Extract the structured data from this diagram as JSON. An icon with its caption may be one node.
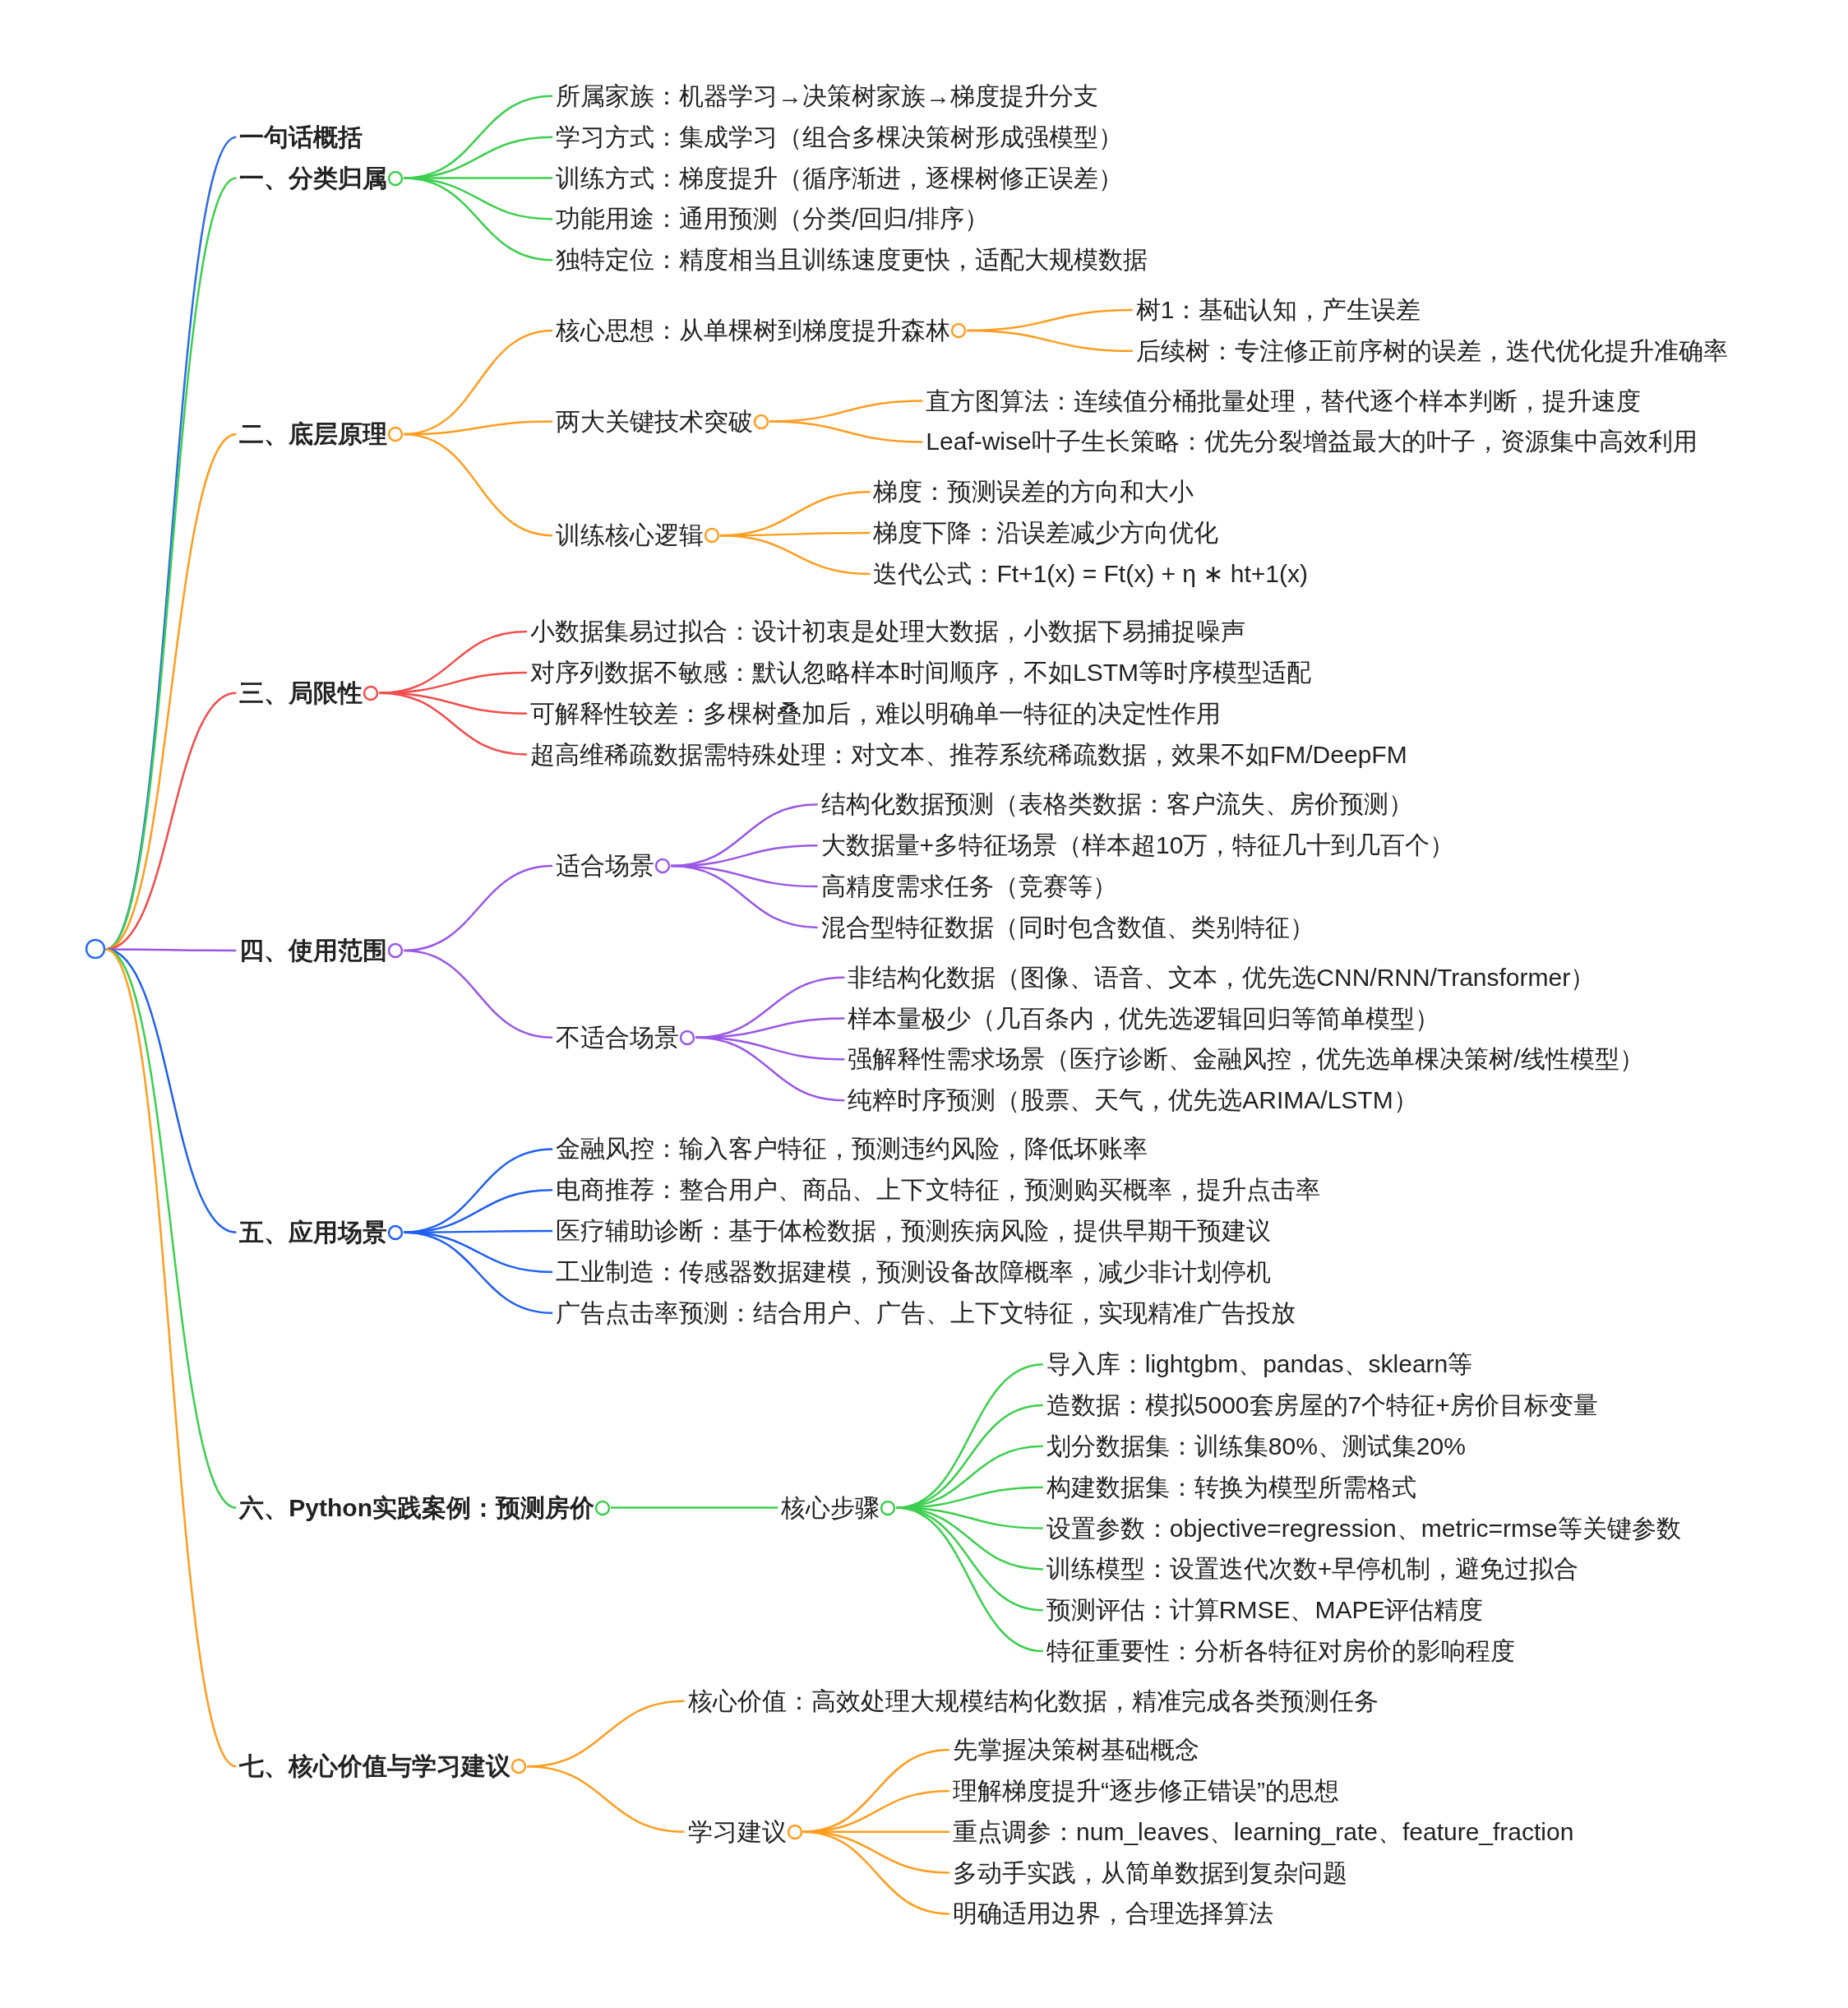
{
  "diagram": {
    "nodes": [
      {
        "text": [],
        "shape": "circle"
      },
      {
        "text": [
          "一句话概括"
        ]
      },
      {
        "text": [
          "一、分类归属"
        ]
      },
      {
        "text": [
          "所属家族：机器学习→决策树家族→梯度提升分支"
        ]
      },
      {
        "text": [
          "学习方式：集成学习（组合多棵决策树形成强模型）"
        ]
      },
      {
        "text": [
          "训练方式：梯度提升（循序渐进，逐棵树修正误差）"
        ]
      },
      {
        "text": [
          "功能用途：通用预测（分类/回归/排序）"
        ]
      },
      {
        "text": [
          "独特定位：精度相当且训练速度更快，适配大规模数据"
        ]
      },
      {
        "text": [
          "二、底层原理"
        ]
      },
      {
        "text": [
          "核心思想：从单棵树到梯度提升森林"
        ]
      },
      {
        "text": [
          "树1：基础认知，产生误差"
        ]
      },
      {
        "text": [
          "后续树：专注修正前序树的误差，迭代优化提升准确率"
        ]
      },
      {
        "text": [
          "两大关键技术突破"
        ]
      },
      {
        "text": [
          "直方图算法：连续值分桶批量处理，替代逐个样本判断，提升速度"
        ]
      },
      {
        "text": [
          "Leaf-wise叶子生长策略：优先分裂增益最大的叶子，资源集中高效利用"
        ]
      },
      {
        "text": [
          "训练核心逻辑"
        ]
      },
      {
        "text": [
          "梯度：预测误差的方向和大小"
        ]
      },
      {
        "text": [
          "梯度下降：沿误差减少方向优化"
        ]
      },
      {
        "text": [
          "迭代公式：Ft+1(x) = Ft(x) + η ∗ ht+1(x)"
        ]
      },
      {
        "text": [
          "三、局限性"
        ]
      },
      {
        "text": [
          "小数据集易过拟合：设计初衷是处理大数据，小数据下易捕捉噪声"
        ]
      },
      {
        "text": [
          "对序列数据不敏感：默认忽略样本时间顺序，不如LSTM等时序模型适配"
        ]
      },
      {
        "text": [
          "可解释性较差：多棵树叠加后，难以明确单一特征的决定性作用"
        ]
      },
      {
        "text": [
          "超高维稀疏数据需特殊处理：对文本、推荐系统稀疏数据，效果不如FM/DeepFM"
        ]
      },
      {
        "text": [
          "四、使用范围"
        ]
      },
      {
        "text": [
          "适合场景"
        ]
      },
      {
        "text": [
          "结构化数据预测（表格类数据：客户流失、房价预测）"
        ]
      },
      {
        "text": [
          "大数据量+多特征场景（样本超10万，特征几十到几百个）"
        ]
      },
      {
        "text": [
          "高精度需求任务（竞赛等）"
        ]
      },
      {
        "text": [
          "混合型特征数据（同时包含数值、类别特征）"
        ]
      },
      {
        "text": [
          "不适合场景"
        ]
      },
      {
        "text": [
          "非结构化数据（图像、语音、文本，优先选CNN/RNN/Transformer）"
        ]
      },
      {
        "text": [
          "样本量极少（几百条内，优先选逻辑回归等简单模型）"
        ]
      },
      {
        "text": [
          "强解释性需求场景（医疗诊断、金融风控，优先选单棵决策树/线性模型）"
        ]
      },
      {
        "text": [
          "纯粹时序预测（股票、天气，优先选ARIMA/LSTM）"
        ]
      },
      {
        "text": [
          "五、应用场景"
        ]
      },
      {
        "text": [
          "金融风控：输入客户特征，预测违约风险，降低坏账率"
        ]
      },
      {
        "text": [
          "电商推荐：整合用户、商品、上下文特征，预测购买概率，提升点击率"
        ]
      },
      {
        "text": [
          "医疗辅助诊断：基于体检数据，预测疾病风险，提供早期干预建议"
        ]
      },
      {
        "text": [
          "工业制造：传感器数据建模，预测设备故障概率，减少非计划停机"
        ]
      },
      {
        "text": [
          "广告点击率预测：结合用户、广告、上下文特征，实现精准广告投放"
        ]
      },
      {
        "text": [
          "六、Python实践案例：预测房价"
        ]
      },
      {
        "text": [
          "核心步骤"
        ]
      },
      {
        "text": [
          "导入库：lightgbm、pandas、sklearn等"
        ]
      },
      {
        "text": [
          "造数据：模拟5000套房屋的7个特征+房价目标变量"
        ]
      },
      {
        "text": [
          "划分数据集：训练集80%、测试集20%"
        ]
      },
      {
        "text": [
          "构建数据集：转换为模型所需格式"
        ]
      },
      {
        "text": [
          "设置参数：objective=regression、metric=rmse等关键参数"
        ]
      },
      {
        "text": [
          "训练模型：设置迭代次数+早停机制，避免过拟合"
        ]
      },
      {
        "text": [
          "预测评估：计算RMSE、MAPE评估精度"
        ]
      },
      {
        "text": [
          "特征重要性：分析各特征对房价的影响程度"
        ]
      },
      {
        "text": [
          "七、核心价值与学习建议"
        ]
      },
      {
        "text": [
          "核心价值：高效处理大规模结构化数据，精准完成各类预测任务"
        ]
      },
      {
        "text": [
          "学习建议"
        ]
      },
      {
        "text": [
          "先掌握决策树基础概念"
        ]
      },
      {
        "text": [
          "理解梯度提升“逐步修正错误”的思想"
        ]
      },
      {
        "text": [
          "重点调参：num_leaves、learning_rate、feature_fraction"
        ]
      },
      {
        "text": [
          "多动手实践，从简单数据到复杂问题"
        ]
      },
      {
        "text": [
          "明确适用边界，合理选择算法"
        ]
      }
    ],
    "edges": [
      {
        "from": 0,
        "to": 1,
        "arrow": "none",
        "color": "#2f6be8"
      },
      {
        "from": 0,
        "to": 2,
        "arrow": "none",
        "color": "#3ccf4e"
      },
      {
        "from": 2,
        "to": 3,
        "arrow": "none",
        "color": "#3ccf4e"
      },
      {
        "from": 2,
        "to": 4,
        "arrow": "none",
        "color": "#3ccf4e"
      },
      {
        "from": 2,
        "to": 5,
        "arrow": "none",
        "color": "#3ccf4e"
      },
      {
        "from": 2,
        "to": 6,
        "arrow": "none",
        "color": "#3ccf4e"
      },
      {
        "from": 2,
        "to": 7,
        "arrow": "none",
        "color": "#3ccf4e"
      },
      {
        "from": 0,
        "to": 8,
        "arrow": "none"
      },
      {
        "from": 8,
        "to": 9,
        "arrow": "none"
      },
      {
        "from": 9,
        "to": 10,
        "arrow": "none"
      },
      {
        "from": 9,
        "to": 11,
        "arrow": "none"
      },
      {
        "from": 8,
        "to": 12,
        "arrow": "none"
      },
      {
        "from": 12,
        "to": 13,
        "arrow": "none"
      },
      {
        "from": 12,
        "to": 14,
        "arrow": "none"
      },
      {
        "from": 8,
        "to": 15,
        "arrow": "none"
      },
      {
        "from": 15,
        "to": 16,
        "arrow": "none"
      },
      {
        "from": 15,
        "to": 17,
        "arrow": "none"
      },
      {
        "from": 15,
        "to": 18,
        "arrow": "none"
      },
      {
        "from": 0,
        "to": 19,
        "arrow": "none",
        "color": "#f24c4c"
      },
      {
        "from": 19,
        "to": 20,
        "arrow": "none",
        "color": "#f24c4c"
      },
      {
        "from": 19,
        "to": 21,
        "arrow": "none",
        "color": "#f24c4c"
      },
      {
        "from": 19,
        "to": 22,
        "arrow": "none",
        "color": "#f24c4c"
      },
      {
        "from": 19,
        "to": 23,
        "arrow": "none",
        "color": "#f24c4c"
      },
      {
        "from": 0,
        "to": 24,
        "arrow": "none",
        "color": "#9a57e6"
      },
      {
        "from": 24,
        "to": 25,
        "arrow": "none",
        "color": "#9a57e6"
      },
      {
        "from": 25,
        "to": 26,
        "arrow": "none",
        "color": "#9a57e6"
      },
      {
        "from": 25,
        "to": 27,
        "arrow": "none",
        "color": "#9a57e6"
      },
      {
        "from": 25,
        "to": 28,
        "arrow": "none",
        "color": "#9a57e6"
      },
      {
        "from": 25,
        "to": 29,
        "arrow": "none",
        "color": "#9a57e6"
      },
      {
        "from": 24,
        "to": 30,
        "arrow": "none",
        "color": "#9a57e6"
      },
      {
        "from": 30,
        "to": 31,
        "arrow": "none",
        "color": "#9a57e6"
      },
      {
        "from": 30,
        "to": 32,
        "arrow": "none",
        "color": "#9a57e6"
      },
      {
        "from": 30,
        "to": 33,
        "arrow": "none",
        "color": "#9a57e6"
      },
      {
        "from": 30,
        "to": 34,
        "arrow": "none",
        "color": "#9a57e6"
      },
      {
        "from": 0,
        "to": 35,
        "arrow": "none",
        "color": "#1f5ff0"
      },
      {
        "from": 35,
        "to": 36,
        "arrow": "none",
        "color": "#1f5ff0"
      },
      {
        "from": 35,
        "to": 37,
        "arrow": "none",
        "color": "#1f5ff0"
      },
      {
        "from": 35,
        "to": 38,
        "arrow": "none",
        "color": "#1f5ff0"
      },
      {
        "from": 35,
        "to": 39,
        "arrow": "none",
        "color": "#1f5ff0"
      },
      {
        "from": 35,
        "to": 40,
        "arrow": "none",
        "color": "#1f5ff0"
      },
      {
        "from": 0,
        "to": 41,
        "arrow": "none",
        "color": "#3ccf4e"
      },
      {
        "from": 41,
        "to": 42,
        "arrow": "none",
        "color": "#3ccf4e"
      },
      {
        "from": 42,
        "to": 43,
        "arrow": "none",
        "color": "#3ccf4e"
      },
      {
        "from": 42,
        "to": 44,
        "arrow": "none",
        "color": "#3ccf4e"
      },
      {
        "from": 42,
        "to": 45,
        "arrow": "none",
        "color": "#3ccf4e"
      },
      {
        "from": 42,
        "to": 46,
        "arrow": "none",
        "color": "#3ccf4e"
      },
      {
        "from": 42,
        "to": 47,
        "arrow": "none",
        "color": "#3ccf4e"
      },
      {
        "from": 42,
        "to": 48,
        "arrow": "none",
        "color": "#3ccf4e"
      },
      {
        "from": 42,
        "to": 49,
        "arrow": "none",
        "color": "#3ccf4e"
      },
      {
        "from": 42,
        "to": 50,
        "arrow": "none",
        "color": "#3ccf4e"
      },
      {
        "from": 0,
        "to": 51,
        "arrow": "none"
      },
      {
        "from": 51,
        "to": 52,
        "arrow": "none"
      },
      {
        "from": 51,
        "to": 53,
        "arrow": "none"
      },
      {
        "from": 53,
        "to": 54,
        "arrow": "none"
      },
      {
        "from": 53,
        "to": 55,
        "arrow": "none"
      },
      {
        "from": 53,
        "to": 56,
        "arrow": "none"
      },
      {
        "from": 53,
        "to": 57,
        "arrow": "none"
      },
      {
        "from": 53,
        "to": 58,
        "arrow": "none"
      }
    ]
  }
}
